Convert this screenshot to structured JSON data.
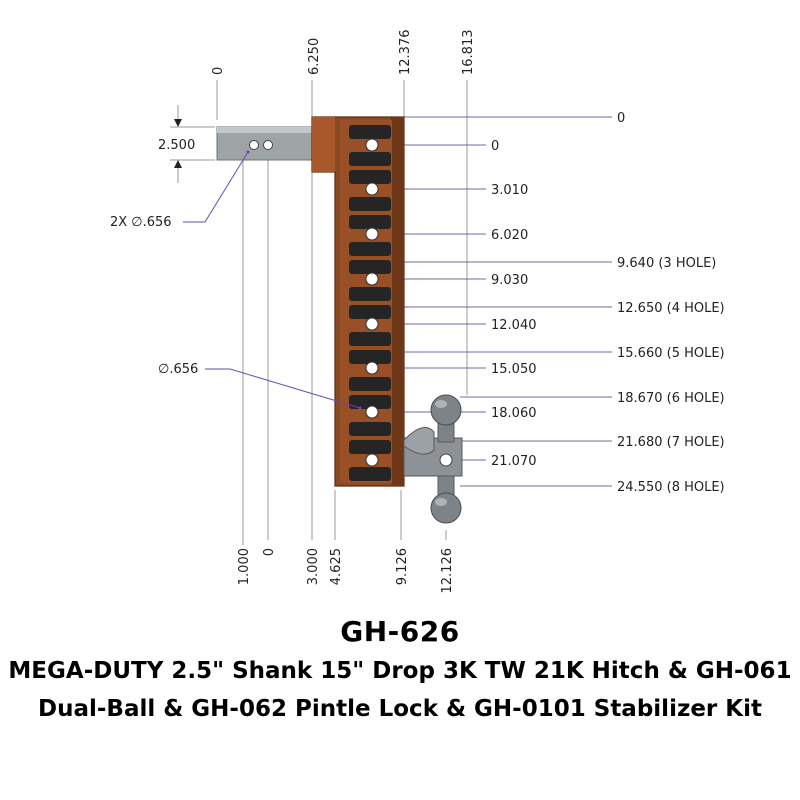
{
  "drawing": {
    "top_dims": [
      "0",
      "6.250",
      "12.376",
      "16.813"
    ],
    "right_dims": [
      "0",
      "0",
      "3.010",
      "6.020",
      "9.640 (3 HOLE)",
      "9.030",
      "12.650 (4 HOLE)",
      "12.040",
      "15.660 (5 HOLE)",
      "15.050",
      "18.670 (6 HOLE)",
      "18.060",
      "21.680 (7 HOLE)",
      "21.070",
      "24.550 (8 HOLE)"
    ],
    "bottom_dims": [
      "1.000",
      "0",
      "3.000",
      "4.625",
      "9.126",
      "12.126"
    ],
    "shank_height": "2.500",
    "shank_holes": "2X ∅.656",
    "hole_diameter": "∅.656",
    "colors": {
      "hitch_body": "#8a4a22",
      "hitch_face": "#a8582a",
      "slot_dark": "#252525",
      "shank": "#9ea3a6",
      "ball": "#7e8387"
    }
  },
  "title": {
    "model": "GH-626",
    "line1": "MEGA-DUTY 2.5\" Shank 15\" Drop 3K TW 21K Hitch & GH-061",
    "line2": "Dual-Ball & GH-062 Pintle Lock & GH-0101 Stabilizer Kit"
  }
}
